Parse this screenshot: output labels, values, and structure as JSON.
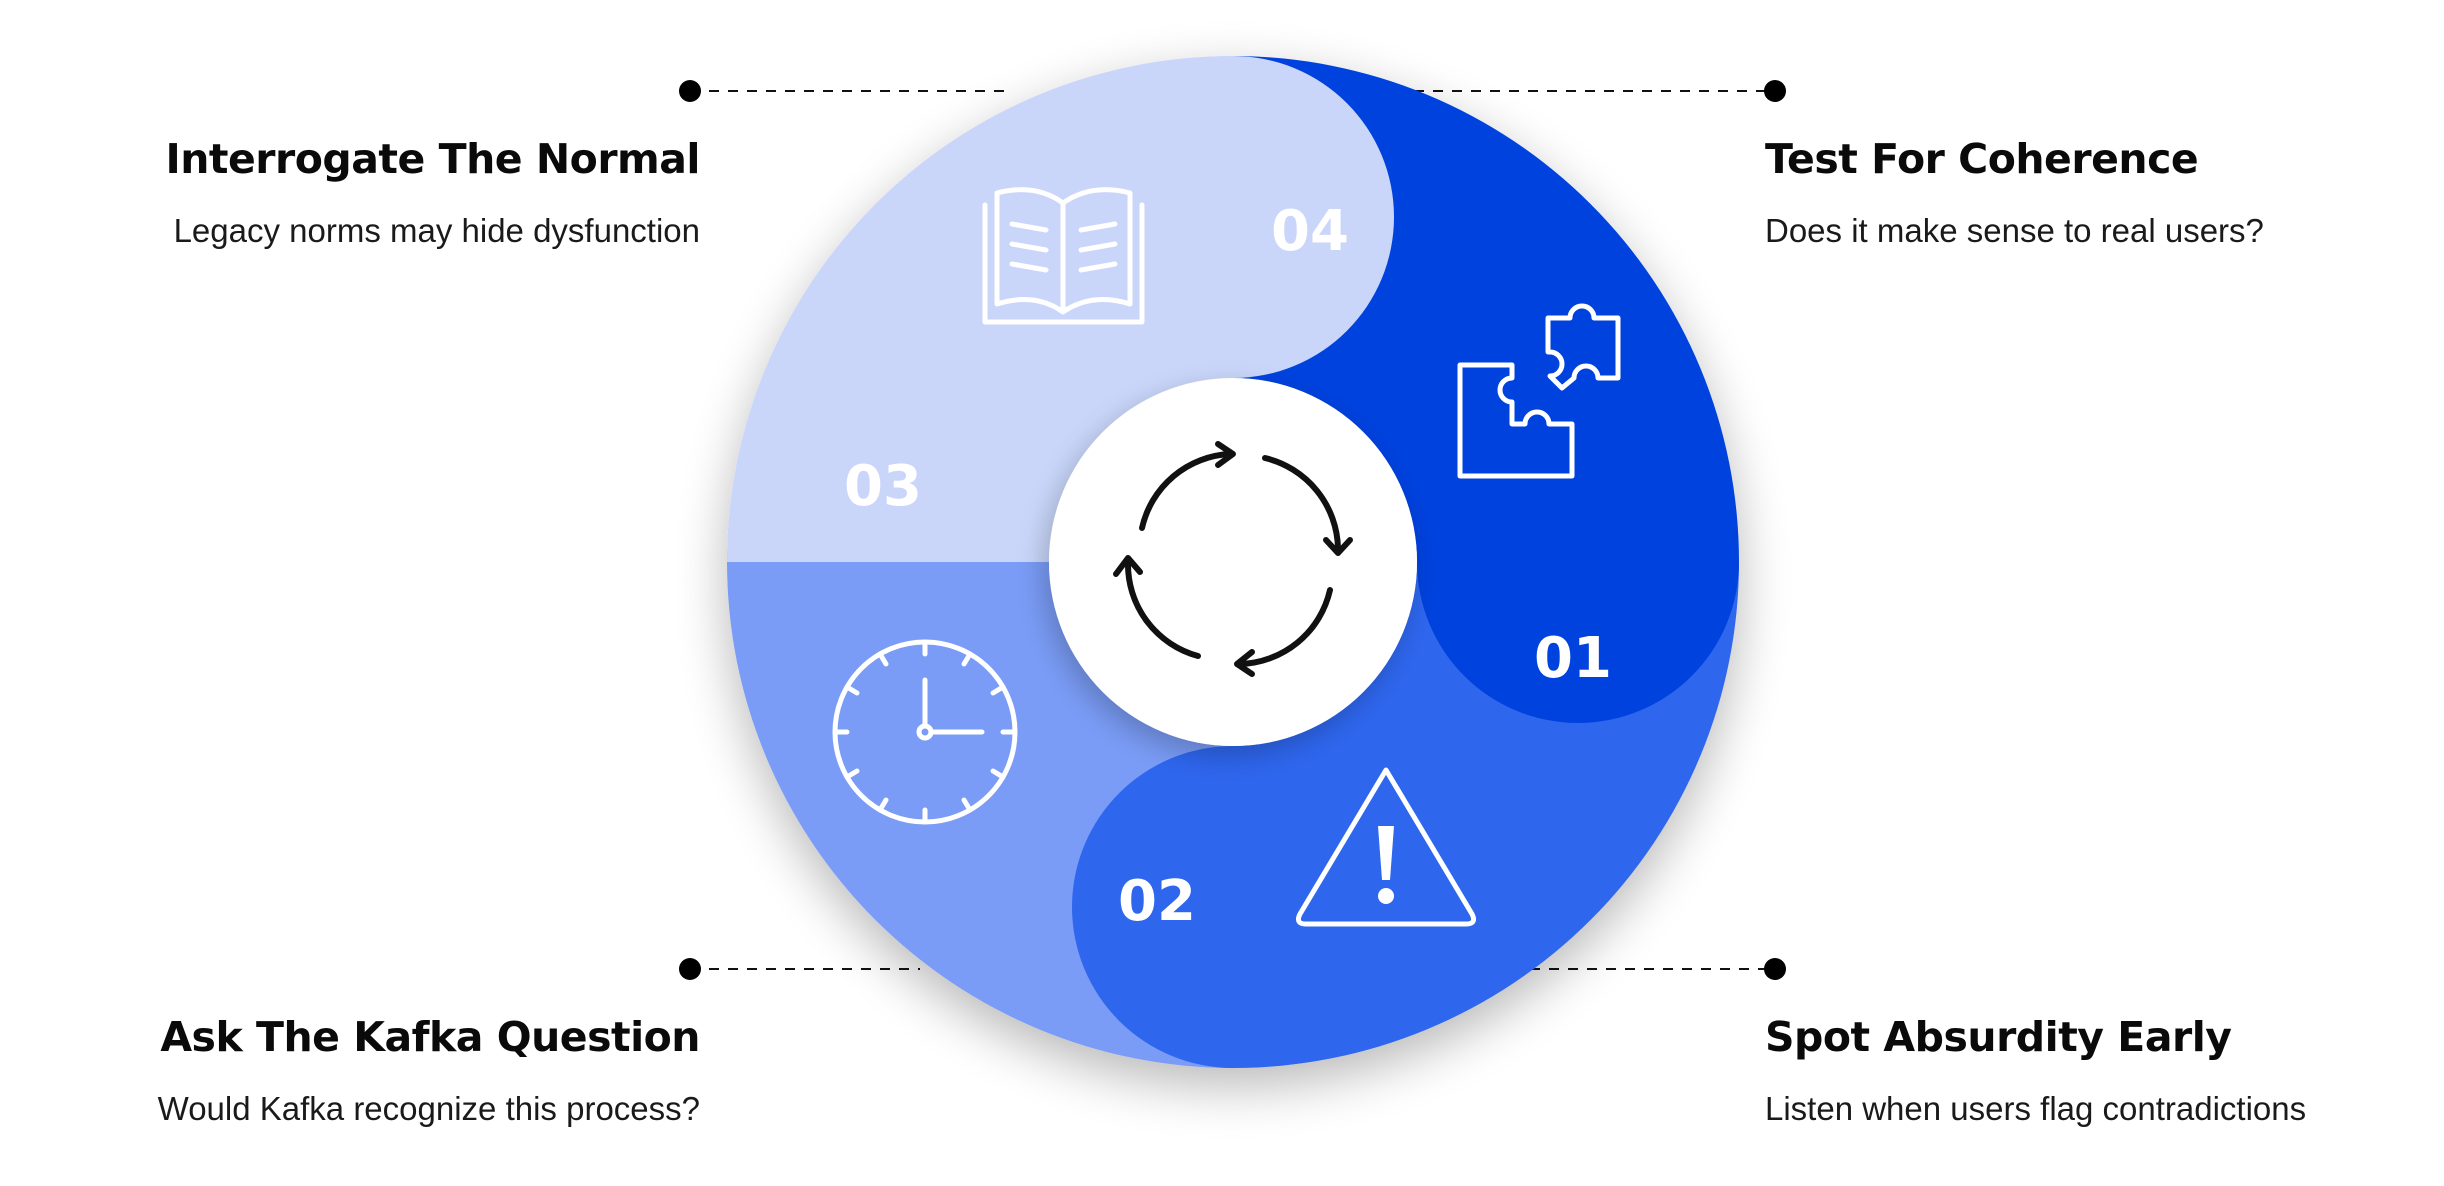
{
  "steps": [
    {
      "number": "01",
      "title": "Test For Coherence",
      "description": "Does it make sense to real users?",
      "icon": "puzzle-icon",
      "color": "#0642DE"
    },
    {
      "number": "02",
      "title": "Spot Absurdity Early",
      "description": "Listen when users flag contradictions",
      "icon": "warning-icon",
      "color": "#2F66EE"
    },
    {
      "number": "03",
      "title": "Ask The Kafka Question",
      "description": "Would Kafka recognize this process?",
      "icon": "clock-icon",
      "color": "#7A9CF6"
    },
    {
      "number": "04",
      "title": "Interrogate The Normal",
      "description": "Legacy norms may hide dysfunction",
      "icon": "open-book-icon",
      "color": "#C9D6FA"
    }
  ],
  "center_icon": "cycle-arrows-icon"
}
